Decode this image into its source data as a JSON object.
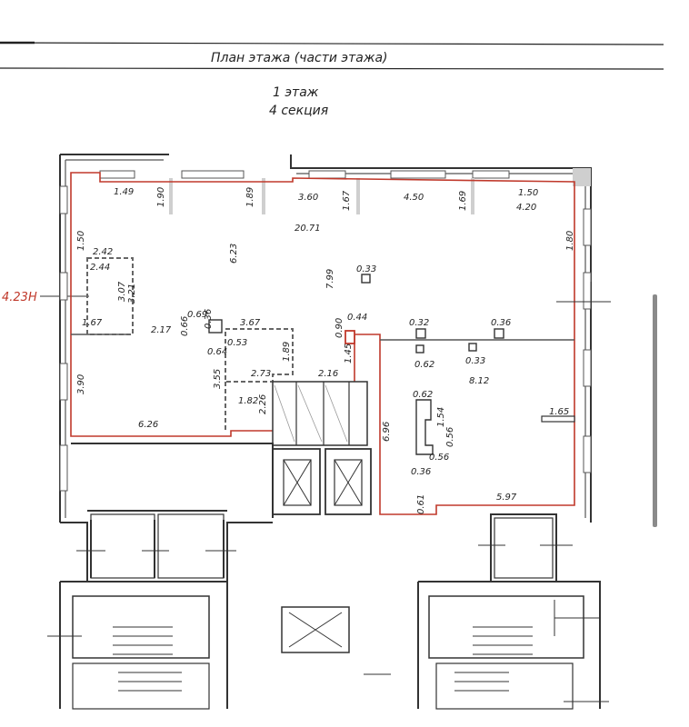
{
  "header": {
    "title": "План этажа (части этажа)",
    "floor": "1 этаж",
    "section": "4 секция"
  },
  "premise_label": "4.23Н",
  "dimensions": {
    "d149": "1.49",
    "d190": "1.90",
    "d189a": "1.89",
    "d360": "3.60",
    "d167a": "1.67",
    "d450": "4.50",
    "d169": "1.69",
    "d150a": "1.50",
    "d420": "4.20",
    "d150b": "1.50",
    "d180": "1.80",
    "d623": "6.23",
    "d2071": "20.71",
    "d242": "2.42",
    "d244": "2.44",
    "d307": "3.07",
    "d321": "3.21",
    "d033": "0.33",
    "d799": "7.99",
    "d069": "0.69",
    "d066": "0.66",
    "d036a": "0.36",
    "d167b": "1.67",
    "d217": "2.17",
    "d367": "3.67",
    "d053": "0.53",
    "d064": "0.64",
    "d090": "0.90",
    "d044": "0.44",
    "d032": "0.32",
    "d036b": "0.36",
    "d062a": "0.62",
    "d033b": "0.33",
    "d812": "8.12",
    "d189b": "1.89",
    "d145": "1.45",
    "d355": "3.55",
    "d273": "2.73",
    "d216": "2.16",
    "d390": "3.90",
    "d182": "1.82",
    "d226": "2.26",
    "d062b": "0.62",
    "d154": "1.54",
    "d056a": "0.56",
    "d056b": "0.56",
    "d036c": "0.36",
    "d165": "1.65",
    "d696": "6.96",
    "d626": "6.26",
    "d061": "0.61",
    "d597": "5.97"
  },
  "colors": {
    "boundary": "#c0392b",
    "wall": "#333333",
    "hatch": "#cfcfcf"
  }
}
